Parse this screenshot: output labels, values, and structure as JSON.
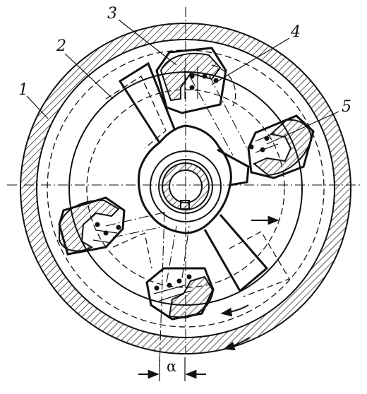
{
  "labels": {
    "l1": "1",
    "l2": "2",
    "l3": "3",
    "l4": "4",
    "l5": "5",
    "alpha": "α"
  },
  "colors": {
    "ink": "#111111",
    "background": "#ffffff"
  }
}
